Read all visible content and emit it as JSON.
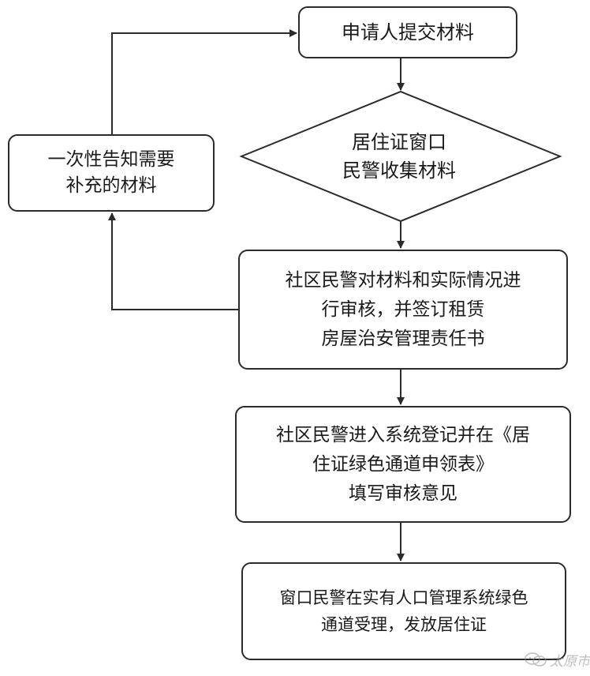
{
  "nodes": {
    "submit": {
      "lines": [
        "申请人提交材料"
      ]
    },
    "collect": {
      "lines": [
        "居住证窗口",
        "民警收集材料"
      ]
    },
    "supplement": {
      "lines": [
        "一次性告知需要",
        "补充的材料"
      ]
    },
    "review": {
      "lines": [
        "社区民警对材料和实际情况进",
        "行审核，并签订租赁",
        "房屋治安管理责任书"
      ]
    },
    "register": {
      "lines": [
        "社区民警进入系统登记并在《居",
        "住证绿色通道申领表》",
        "填写审核意见"
      ]
    },
    "issue": {
      "lines": [
        "窗口民警在实有人口管理系统绿色",
        "通道受理，发放居住证"
      ]
    }
  },
  "watermark": {
    "text": "太原市",
    "icon": "wechat-icon"
  },
  "colors": {
    "stroke": "#2b2b2b",
    "text": "#1a1a1a",
    "background": "#ffffff"
  }
}
